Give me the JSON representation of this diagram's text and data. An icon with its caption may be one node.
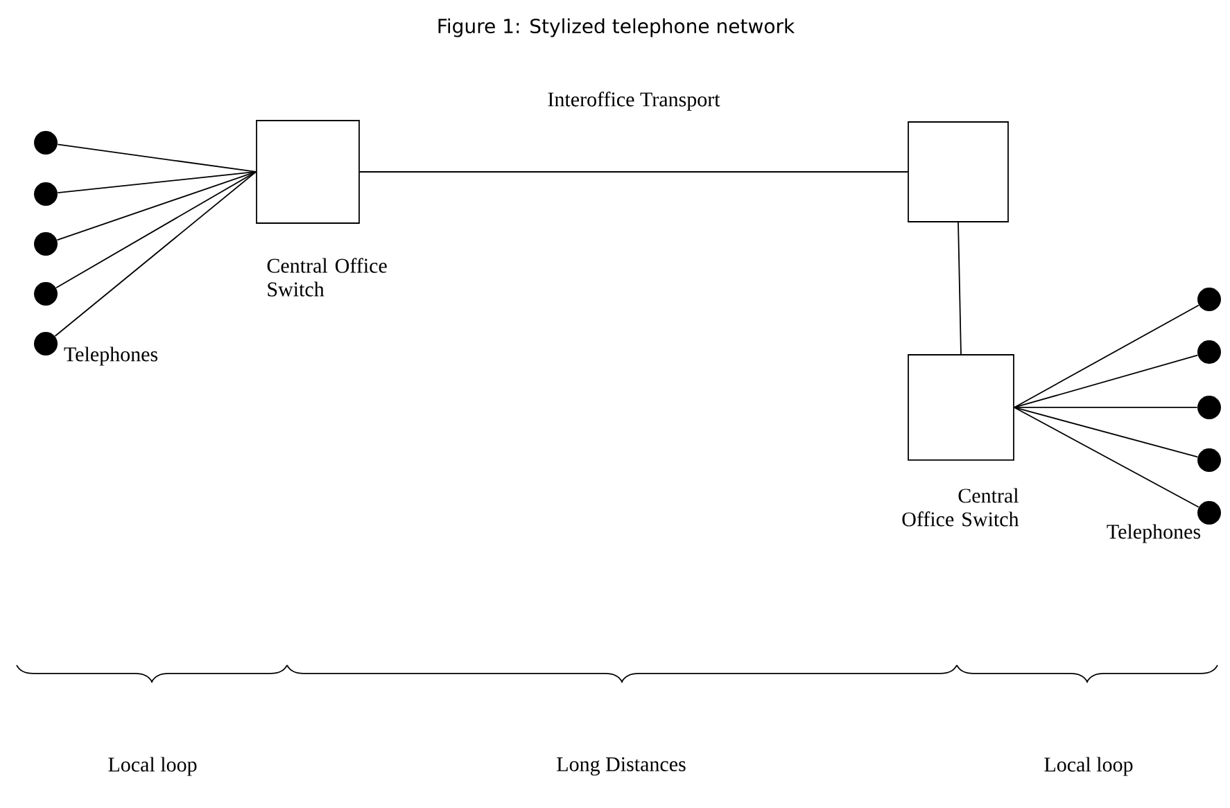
{
  "diagram": {
    "title": "Figure 1: Stylized telephone network",
    "nodes": [
      {
        "text": [],
        "shape": "circle"
      },
      {
        "text": [],
        "shape": "circle"
      },
      {
        "text": [],
        "shape": "circle"
      },
      {
        "text": [],
        "shape": "circle"
      },
      {
        "text": [],
        "shape": "circle"
      },
      {
        "text": [],
        "shape": "box",
        "beside": [
          "Central Office Switch"
        ]
      },
      {
        "text": [],
        "shape": "box"
      },
      {
        "text": [],
        "shape": "box",
        "beside": [
          "Central Office Switch"
        ]
      },
      {
        "text": [],
        "shape": "circle"
      },
      {
        "text": [],
        "shape": "circle"
      },
      {
        "text": [],
        "shape": "circle"
      },
      {
        "text": [],
        "shape": "circle"
      },
      {
        "text": [],
        "shape": "circle"
      }
    ],
    "edges": [
      {
        "from": 0,
        "to": 5,
        "arrow": "none"
      },
      {
        "from": 1,
        "to": 5,
        "arrow": "none"
      },
      {
        "from": 2,
        "to": 5,
        "arrow": "none"
      },
      {
        "from": 3,
        "to": 5,
        "arrow": "none"
      },
      {
        "from": 4,
        "to": 5,
        "arrow": "none"
      },
      {
        "from": 5,
        "to": 6,
        "arrow": "none",
        "label": "Interoffice Transport"
      },
      {
        "from": 6,
        "to": 7,
        "arrow": "none"
      },
      {
        "from": 7,
        "to": 8,
        "arrow": "none"
      },
      {
        "from": 7,
        "to": 9,
        "arrow": "none"
      },
      {
        "from": 7,
        "to": 10,
        "arrow": "none"
      },
      {
        "from": 7,
        "to": 11,
        "arrow": "none"
      },
      {
        "from": 7,
        "to": 12,
        "arrow": "none"
      }
    ],
    "labels": [
      "Telephones",
      "Telephones",
      "Local loop",
      "Long Distances",
      "Local loop"
    ]
  }
}
